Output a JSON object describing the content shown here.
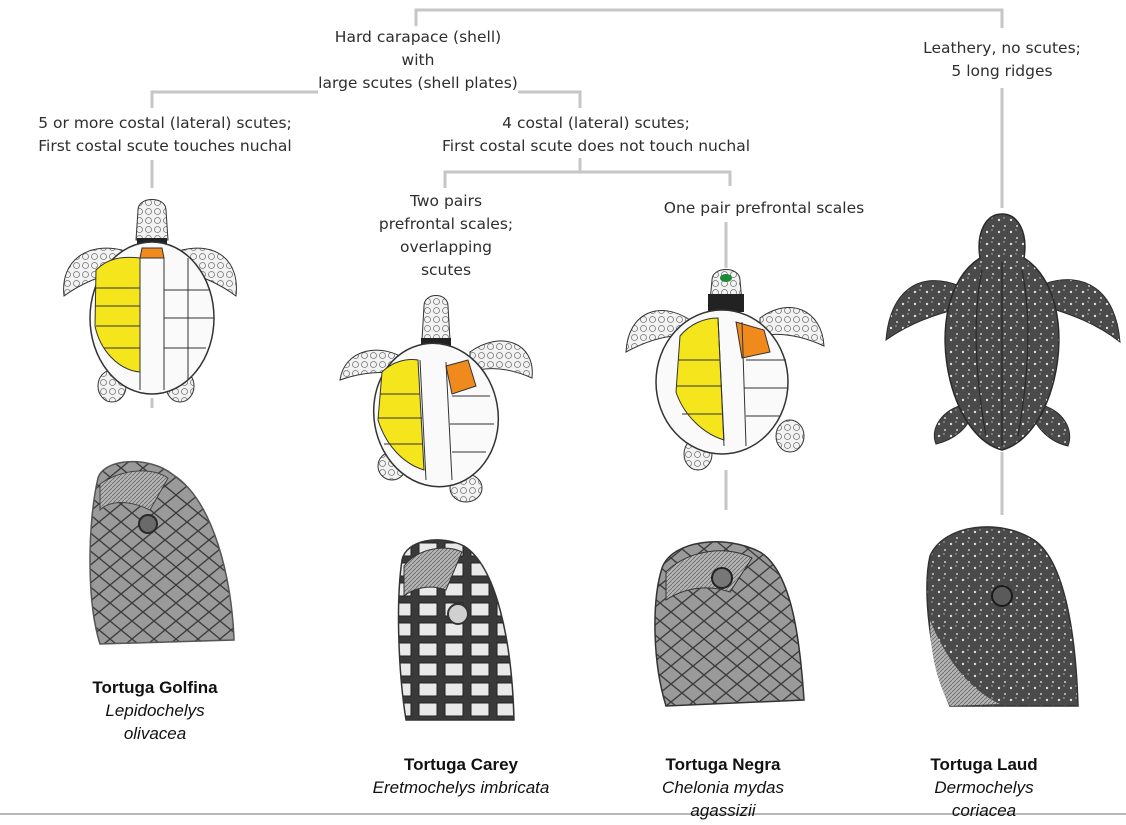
{
  "tree": {
    "root_label": "Hard carapace (shell) with\nlarge scutes (shell plates)",
    "leathery_label": "Leathery, no scutes;\n5 long ridges",
    "left_branch_label": "5 or more costal (lateral) scutes;\nFirst costal scute touches nuchal",
    "middle_branch_label": "4 costal (lateral) scutes;\nFirst costal scute does not touch nuchal",
    "two_pairs_label": "Two pairs\nprefrontal scales;\noverlapping\nscutes",
    "one_pair_label": "One pair prefrontal scales"
  },
  "species": [
    {
      "common": "Tortuga Golfina",
      "scientific": "Lepidochelys\nolivacea"
    },
    {
      "common": "Tortuga Carey",
      "scientific": "Eretmochelys imbricata"
    },
    {
      "common": "Tortuga Negra",
      "scientific": "Chelonia mydas\nagassizii"
    },
    {
      "common": "Tortuga Laud",
      "scientific": "Dermochelys\ncoriacea"
    }
  ],
  "colors": {
    "line": "#c6c6c6",
    "costal_highlight": "#f5e51c",
    "nuchal_highlight": "#f08a1c",
    "prefrontal_highlight": "#1f8a3a"
  }
}
